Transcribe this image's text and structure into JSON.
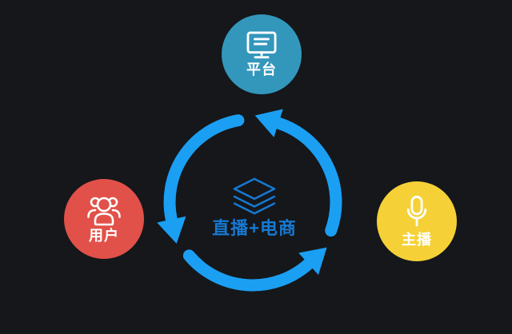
{
  "diagram": {
    "center": {
      "label": "直播+电商",
      "icon": "layers-icon"
    },
    "nodes": [
      {
        "id": "platform",
        "label": "平台",
        "icon": "monitor-icon",
        "color": "#3397bc"
      },
      {
        "id": "users",
        "label": "用户",
        "icon": "users-icon",
        "color": "#e15149"
      },
      {
        "id": "anchor",
        "label": "主播",
        "icon": "microphone-icon",
        "color": "#f5d137"
      }
    ],
    "cycle": {
      "direction": "counterclockwise",
      "arrow_count": 3
    }
  },
  "colors": {
    "background": "#15171b",
    "arrow": "#1b9ff3",
    "center_blue": "#1679d3",
    "icon_stroke": "#ffffff",
    "label_text": "#ffffff"
  }
}
